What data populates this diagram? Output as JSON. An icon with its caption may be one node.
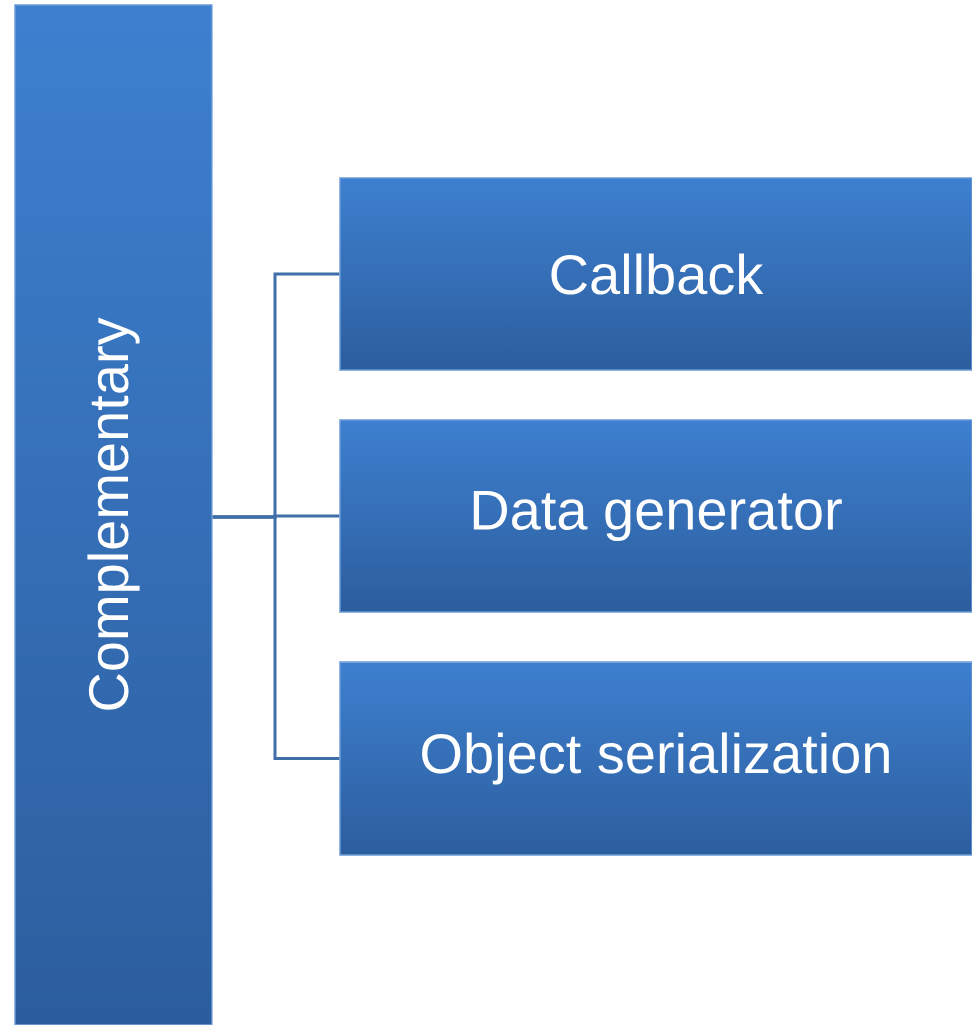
{
  "diagram": {
    "nodes": [
      {
        "text": [
          "Complementary"
        ]
      },
      {
        "text": [
          "Callback"
        ]
      },
      {
        "text": [
          "Data generator"
        ]
      },
      {
        "text": [
          "Object serialization"
        ]
      }
    ],
    "edges": [
      {
        "from": 0,
        "to": 1,
        "arrow": "none"
      },
      {
        "from": 0,
        "to": 2,
        "arrow": "none"
      },
      {
        "from": 0,
        "to": 3,
        "arrow": "none"
      }
    ]
  }
}
